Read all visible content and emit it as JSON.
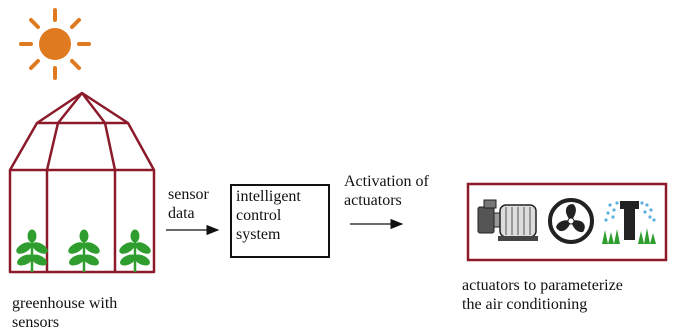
{
  "labels": {
    "greenhouse_line1": "greenhouse with",
    "greenhouse_line2": "sensors",
    "sensor_line1": "sensor",
    "sensor_line2": "data",
    "control_line1": "intelligent",
    "control_line2": "control",
    "control_line3": "system",
    "activation_line1": "Activation of",
    "activation_line2": "actuators",
    "actuators_line1": "actuators to parameterize",
    "actuators_line2": "the air conditioning"
  },
  "colors": {
    "greenhouse_frame": "#8b1a2a",
    "sun": "#e07a20",
    "plant": "#2f9e2f",
    "actuator_frame": "#8b1a2a"
  },
  "icons": [
    "sun-icon",
    "plant-icon",
    "pump-motor-icon",
    "fan-icon",
    "sprinkler-icon"
  ]
}
